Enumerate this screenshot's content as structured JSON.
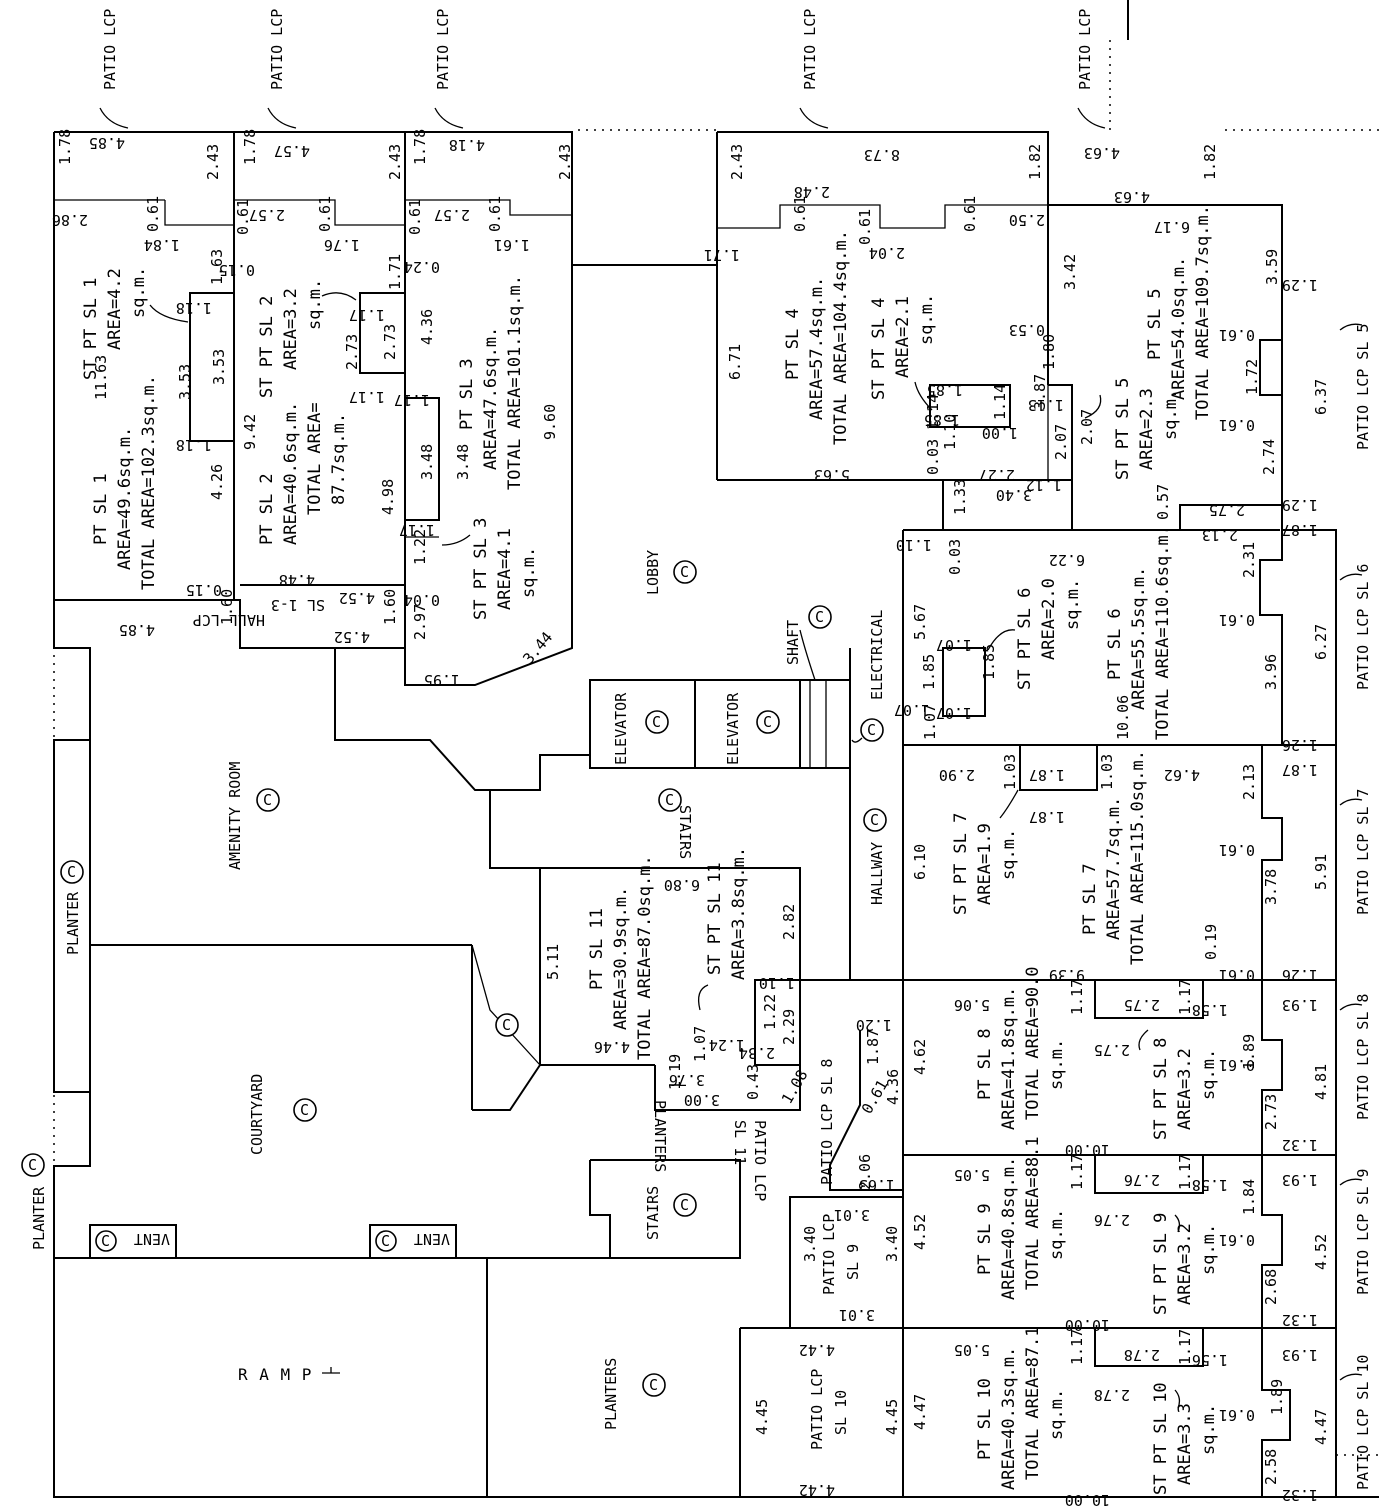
{
  "patio_top": {
    "sl1": "PATIO LCP SL 1",
    "sl2": "PATIO LCP SL 2",
    "sl3": "PATIO LCP SL 3",
    "sl4": "PATIO LCP SL 4",
    "sl5": "PATIO LCP SL 5"
  },
  "patio_right": [
    "PATIO LCP SL 5",
    "PATIO LCP SL 6",
    "PATIO LCP SL 7",
    "PATIO LCP SL 8",
    "PATIO LCP SL 9",
    "PATIO LCP SL 10"
  ],
  "common": {
    "c": "C",
    "lobby": "LOBBY",
    "shaft": "SHAFT",
    "electrical": "ELECTRICAL",
    "elevator": "ELEVATOR",
    "stairs": "STAIRS",
    "hallway": "HALLWAY",
    "amenity": "AMENITY ROOM",
    "planter": "PLANTER",
    "planters": "PLANTERS",
    "courtyard": "COURTYARD",
    "vent": "VENT",
    "ramp": "R A M P",
    "hall_lcp": "HALL LCP",
    "hall_lcp_sl": "SL 1-3"
  },
  "units": {
    "sl1": {
      "pt": "PT SL 1",
      "area": "AREA=49.6sq.m.",
      "total": "TOTAL AREA=102.3sq.m.",
      "st": "ST PT SL 1",
      "st_area": "AREA=4.2",
      "st_unit": "sq.m."
    },
    "sl2": {
      "pt": "PT SL 2",
      "area": "AREA=40.6sq.m.",
      "total": "TOTAL AREA=",
      "total2": "87.7sq.m.",
      "st": "ST PT SL 2",
      "st_area": "AREA=3.2",
      "st_unit": "sq.m."
    },
    "sl3": {
      "pt": "PT SL 3",
      "area": "AREA=47.6sq.m.",
      "total": "TOTAL AREA=101.1sq.m.",
      "st": "ST PT SL 3",
      "st_area": "AREA=4.1",
      "st_unit": "sq.m."
    },
    "sl4": {
      "pt": "PT SL 4",
      "area": "AREA=57.4sq.m.",
      "total": "TOTAL AREA=104.4sq.m.",
      "st": "ST PT SL 4",
      "st_area": "AREA=2.1",
      "st_unit": "sq.m."
    },
    "sl5": {
      "pt": "PT SL 5",
      "area": "AREA=54.0sq.m.",
      "total": "TOTAL AREA=109.7sq.m.",
      "st": "ST PT SL 5",
      "st_area": "AREA=2.3",
      "st_unit": "sq.m."
    },
    "sl6": {
      "pt": "PT SL 6",
      "area": "AREA=55.5sq.m.",
      "total": "TOTAL AREA=110.6sq.m.",
      "st": "ST PT SL 6",
      "st_area": "AREA=2.0",
      "st_unit": "sq.m."
    },
    "sl7": {
      "pt": "PT SL 7",
      "area": "AREA=57.7sq.m.",
      "total": "TOTAL AREA=115.0sq.m.",
      "st": "ST PT SL 7",
      "st_area": "AREA=1.9",
      "st_unit": "sq.m."
    },
    "sl8": {
      "pt": "PT SL 8",
      "area": "AREA=41.8sq.m.",
      "total": "TOTAL AREA=90.0",
      "total2": "sq.m.",
      "st": "ST PT SL 8",
      "st_area": "AREA=3.2",
      "st_unit": "sq.m."
    },
    "sl9": {
      "pt": "PT SL 9",
      "area": "AREA=40.8sq.m.",
      "total": "TOTAL AREA=88.1",
      "total2": "sq.m.",
      "st": "ST PT SL 9",
      "st_area": "AREA=3.2",
      "st_unit": "sq.m."
    },
    "sl10": {
      "pt": "PT SL 10",
      "area": "AREA=40.3sq.m.",
      "total": "TOTAL AREA=87.1",
      "total2": "sq.m.",
      "st": "ST PT SL 10",
      "st_area": "AREA=3.3",
      "st_unit": "sq.m."
    },
    "sl11": {
      "pt": "PT SL 11",
      "area": "AREA=30.9sq.m.",
      "total": "TOTAL AREA=87.0sq.m.",
      "st": "ST PT SL 11",
      "st_area": "AREA=3.8sq.m."
    }
  },
  "patio_units": {
    "sl8": "PATIO LCP SL 8",
    "sl9a": "PATIO LCP",
    "sl9b": "SL 9",
    "sl10a": "PATIO LCP",
    "sl10b": "SL 10",
    "sl11a": "PATIO LCP",
    "sl11b": "SL 11"
  },
  "dims": {
    "d1": "1.78",
    "d2": "4.85",
    "d3": "2.43",
    "d4": "2.86",
    "d5": "0.61",
    "d6": "1.84",
    "d7": "1.63",
    "d8": "1.18",
    "d9": "3.53",
    "d10": "3.53",
    "d11": "1.18",
    "d12": "11.63",
    "d13": "4.26",
    "d14": "0.15",
    "d15": "1.60",
    "d16": "4.85",
    "d17": "1.78",
    "d18": "4.57",
    "d19": "2.43",
    "d20": "0.61",
    "d21": "2.57",
    "d22": "0.61",
    "d23": "1.76",
    "d24": "0.15",
    "d25": "1.71",
    "d26": "1.17",
    "d27": "2.73",
    "d28": "2.73",
    "d29": "9.42",
    "d30": "1.17",
    "d31": "4.98",
    "d32": "4.48",
    "d33": "4.52",
    "d34": "1.60",
    "d35": "4.52",
    "d36": "1.78",
    "d37": "4.18",
    "d38": "2.43",
    "d39": "0.61",
    "d40": "2.57",
    "d41": "0.61",
    "d42": "1.61",
    "d43": "0.24",
    "d44": "4.36",
    "d45": "1.17",
    "d46": "3.48",
    "d47": "3.48",
    "d48": "1.17",
    "d49": "1.22",
    "d50": "0.04",
    "d51": "2.97",
    "d52": "1.95",
    "d53": "3.44",
    "d54": "9.60",
    "d55": "2.43",
    "d56": "8.73",
    "d57": "1.82",
    "d58": "2.48",
    "d59": "0.61",
    "d60": "0.61",
    "d61": "0.61",
    "d62": "1.71",
    "d63": "2.04",
    "d64": "2.50",
    "d65": "6.71",
    "d66": "0.53",
    "d67": "1.85",
    "d68": "1.85",
    "d69": "1.14",
    "d70": "1.14",
    "d71": "1.10",
    "d72": "1.00",
    "d73": "3.87",
    "d74": "5.63",
    "d75": "0.03",
    "d76": "2.27",
    "d77": "3.40",
    "d78": "1.33",
    "d79": "4.63",
    "d80": "4.63",
    "d81": "1.82",
    "d82": "6.17",
    "d83": "3.42",
    "d84": "3.59",
    "d85": "1.29",
    "d86": "1.80",
    "d87": "1.13",
    "d88": "2.07",
    "d89": "1.12",
    "d90": "2.07",
    "d91": "0.61",
    "d92": "1.72",
    "d93": "0.61",
    "d94": "6.37",
    "d95": "2.74",
    "d96": "0.57",
    "d97": "2.75",
    "d98": "1.29",
    "d99": "1.10",
    "d100": "0.03",
    "d101": "6.22",
    "d102": "2.13",
    "d103": "1.87",
    "d104": "5.67",
    "d105": "1.07",
    "d106": "1.85",
    "d107": "1.85",
    "d108": "1.07",
    "d109": "1.07",
    "d110": "1.07",
    "d111": "2.31",
    "d112": "0.61",
    "d113": "6.27",
    "d114": "3.96",
    "d115": "10.06",
    "d116": "1.26",
    "d117": "2.90",
    "d118": "1.03",
    "d119": "1.87",
    "d120": "1.03",
    "d121": "1.87",
    "d122": "4.62",
    "d123": "1.87",
    "d124": "2.13",
    "d125": "0.61",
    "d126": "6.10",
    "d127": "5.91",
    "d128": "3.78",
    "d129": "9.39",
    "d130": "0.19",
    "d131": "0.61",
    "d132": "1.26",
    "d133": "5.06",
    "d134": "2.75",
    "d135": "1.17",
    "d136": "1.17",
    "d137": "1.58",
    "d138": "1.93",
    "d139": "4.62",
    "d140": "2.75",
    "d141": "1.89",
    "d142": "0.61",
    "d143": "4.81",
    "d144": "10.00",
    "d145": "2.73",
    "d146": "1.32",
    "d147": "5.05",
    "d148": "1.17",
    "d149": "2.76",
    "d150": "1.17",
    "d151": "1.58",
    "d152": "1.93",
    "d153": "4.52",
    "d154": "2.76",
    "d155": "1.84",
    "d156": "0.61",
    "d157": "4.52",
    "d158": "10.00",
    "d159": "2.68",
    "d160": "1.32",
    "d161": "5.05",
    "d162": "1.17",
    "d163": "2.78",
    "d164": "1.17",
    "d165": "1.56",
    "d166": "1.93",
    "d167": "4.47",
    "d168": "2.78",
    "d169": "1.89",
    "d170": "0.61",
    "d171": "4.47",
    "d172": "10.00",
    "d173": "2.58",
    "d174": "1.32",
    "d175": "6.80",
    "d176": "5.11",
    "d177": "2.82",
    "d178": "1.10",
    "d179": "1.22",
    "d180": "1.24",
    "d181": "2.29",
    "d182": "1.07",
    "d183": "2.34",
    "d184": "4.46",
    "d185": "1.19",
    "d186": "3.76",
    "d187": "3.00",
    "d188": "0.43",
    "d189": "1.08",
    "d190": "1.20",
    "d191": "1.87",
    "d192": "4.36",
    "d193": "0.61",
    "d194": "2.06",
    "d195": "1.63",
    "d196": "3.01",
    "d197": "3.40",
    "d198": "3.40",
    "d199": "3.01",
    "d200": "4.42",
    "d201": "4.45",
    "d202": "4.45",
    "d203": "4.42"
  }
}
